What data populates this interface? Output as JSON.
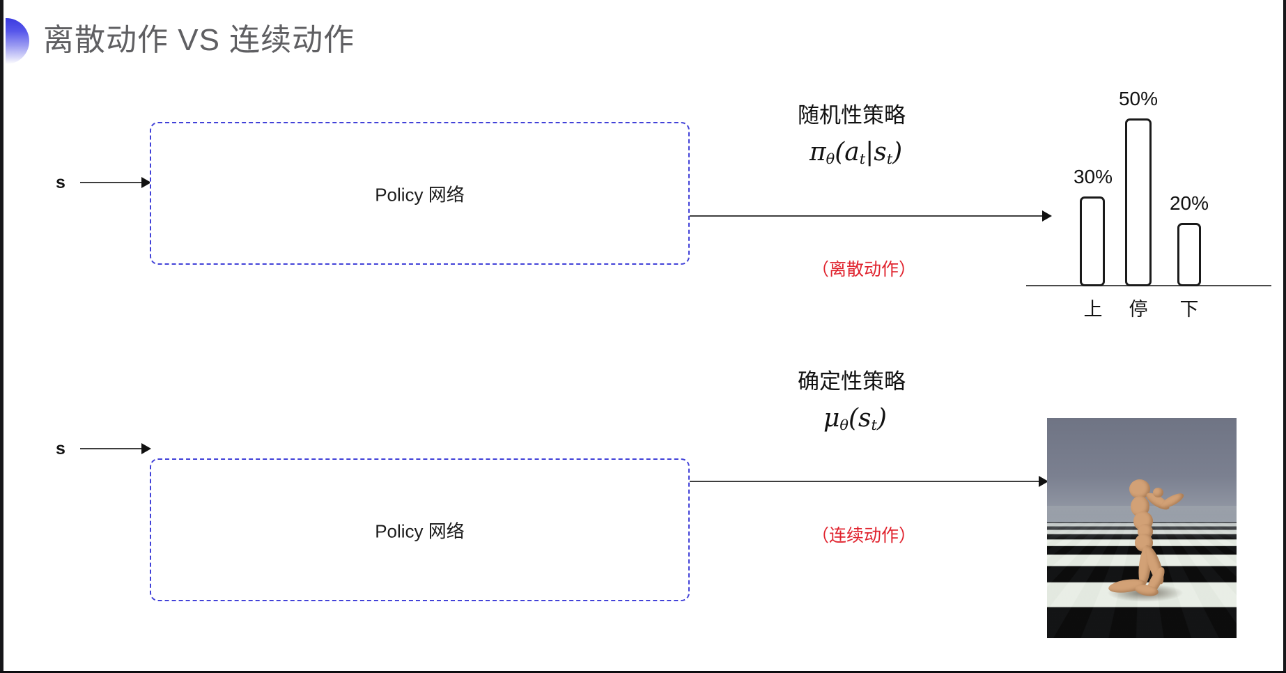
{
  "slide": {
    "title": "离散动作 VS 连续动作",
    "bullet_icon": "half-circle-gradient-icon",
    "title_color": "#5f5f62",
    "accent_color": "#4141d8",
    "highlight_color": "#e0232e",
    "background_color": "#ffffff"
  },
  "rows": [
    {
      "id": "discrete",
      "input_label": "s",
      "box_label": "Policy 网络",
      "policy_kind": "随机性策略",
      "formula_plain": "πθ(at|st)",
      "formula_parts": {
        "pi": "π",
        "theta": "θ",
        "open": "(",
        "a": "a",
        "t1": "t",
        "bar": "|",
        "s": "s",
        "t2": "t",
        "close": ")"
      },
      "action_note": "（离散动作）",
      "output_kind": "bar-chart"
    },
    {
      "id": "continuous",
      "input_label": "s",
      "box_label": "Policy 网络",
      "policy_kind": "确定性策略",
      "formula_plain": "μθ(st)",
      "formula_parts": {
        "mu": "μ",
        "theta": "θ",
        "open": "(",
        "s": "s",
        "t1": "t",
        "close": ")"
      },
      "action_note": "（连续动作）",
      "output_kind": "humanoid-simulation"
    }
  ],
  "chart_data": {
    "type": "bar",
    "title": "",
    "categories": [
      "上",
      "停",
      "下"
    ],
    "values": [
      30,
      50,
      20
    ],
    "value_labels": [
      "30%",
      "50%",
      "20%"
    ],
    "xlabel": "",
    "ylabel": "",
    "ylim": [
      0,
      60
    ],
    "grid": false,
    "legend": "none",
    "bar_style": {
      "fill": "#ffffff",
      "stroke": "#1a1a1a",
      "rounded": true
    }
  },
  "simulation": {
    "name": "humanoid-simulation",
    "description": "MuJoCo humanoid on checkerboard floor",
    "sky_color": "#7b8090",
    "floor_colors": [
      "#0c0c0c",
      "#e9efe4"
    ],
    "body_color": "#d2a176"
  }
}
